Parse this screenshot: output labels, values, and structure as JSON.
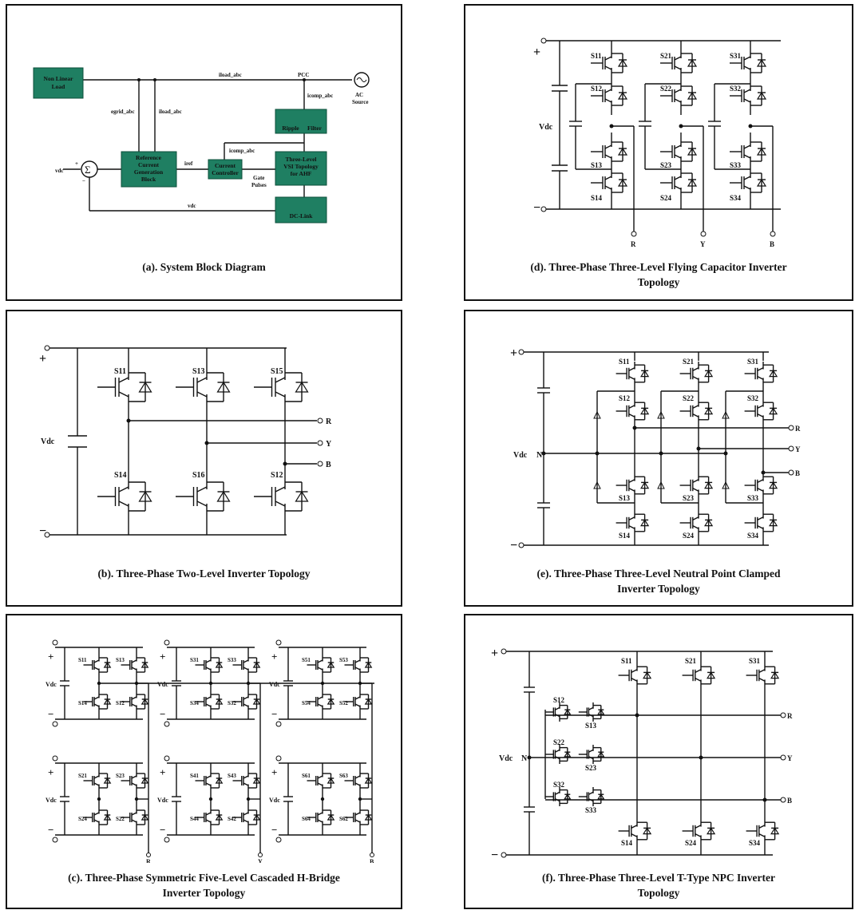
{
  "panels": {
    "a": {
      "caption": "(a). System Block Diagram",
      "blocks": {
        "nonlinear_load": [
          "Non Linear",
          "Load"
        ],
        "reference": [
          "Reference",
          "Current",
          "Generation",
          "Block"
        ],
        "current_controller": [
          "Current",
          "Controller"
        ],
        "three_level": [
          "Three-Level",
          "VSI Topology",
          "for AHF"
        ],
        "ripple_filter": [
          "Ripple",
          "Filter"
        ],
        "dc_link": "DC-Link"
      },
      "labels": {
        "pcc": "PCC",
        "ac_source": [
          "AC",
          "Source"
        ],
        "i_load": "iload_abc",
        "i_comp": "icomp_abc",
        "e_grid": "egrid_abc",
        "i_load_v": "iload_abc",
        "i_ref": "iref",
        "i_comp2": "icomp_abc",
        "gate_pulses": [
          "Gate",
          "Pulses"
        ],
        "vdc_ref": "vdc",
        "vdc_fb": "vdc",
        "sum": "Σ",
        "plus": "+",
        "minus": "−"
      }
    },
    "b": {
      "caption": "(b). Three-Phase Two-Level Inverter Topology",
      "vdc": "Vdc",
      "plus": "+",
      "minus": "−",
      "switches": [
        "S11",
        "S13",
        "S15",
        "S14",
        "S16",
        "S12"
      ],
      "outputs": [
        "R",
        "Y",
        "B"
      ]
    },
    "c": {
      "caption_lines": [
        "(c). Three-Phase Symmetric Five-Level Cascaded H-Bridge",
        "Inverter Topology"
      ],
      "vdc": "Vdc",
      "outputs": [
        "R",
        "Y",
        "B"
      ],
      "top_switches": [
        [
          "S11",
          "S13",
          "S14",
          "S12"
        ],
        [
          "S31",
          "S33",
          "S34",
          "S32"
        ],
        [
          "S51",
          "S53",
          "S54",
          "S52"
        ]
      ],
      "bottom_switches": [
        [
          "S21",
          "S23",
          "S24",
          "S22"
        ],
        [
          "S41",
          "S43",
          "S44",
          "S42"
        ],
        [
          "S61",
          "S63",
          "S64",
          "S62"
        ]
      ]
    },
    "d": {
      "caption_lines": [
        "(d). Three-Phase Three-Level Flying Capacitor Inverter",
        "Topology"
      ],
      "vdc": "Vdc",
      "plus": "+",
      "minus": "−",
      "legs": [
        [
          "S11",
          "S12",
          "S13",
          "S14"
        ],
        [
          "S21",
          "S22",
          "S23",
          "S24"
        ],
        [
          "S31",
          "S32",
          "S33",
          "S34"
        ]
      ],
      "outputs": [
        "R",
        "Y",
        "B"
      ]
    },
    "e": {
      "caption_lines": [
        "(e). Three-Phase Three-Level Neutral Point Clamped",
        "Inverter Topology"
      ],
      "vdc": "Vdc",
      "neutral": "N",
      "plus": "+",
      "minus": "−",
      "legs": [
        [
          "S11",
          "S12",
          "S13",
          "S14"
        ],
        [
          "S21",
          "S22",
          "S23",
          "S24"
        ],
        [
          "S31",
          "S32",
          "S33",
          "S34"
        ]
      ],
      "outputs": [
        "R",
        "Y",
        "B"
      ]
    },
    "f": {
      "caption_lines": [
        "(f). Three-Phase Three-Level T-Type NPC Inverter",
        "Topology"
      ],
      "vdc": "Vdc",
      "neutral": "N",
      "plus": "+",
      "minus": "−",
      "top_switches": [
        "S11",
        "S21",
        "S31"
      ],
      "bottom_switches": [
        "S14",
        "S24",
        "S34"
      ],
      "bidirectional": [
        [
          "S12",
          "S13"
        ],
        [
          "S22",
          "S23"
        ],
        [
          "S32",
          "S33"
        ]
      ],
      "outputs": [
        "R",
        "Y",
        "B"
      ]
    }
  }
}
